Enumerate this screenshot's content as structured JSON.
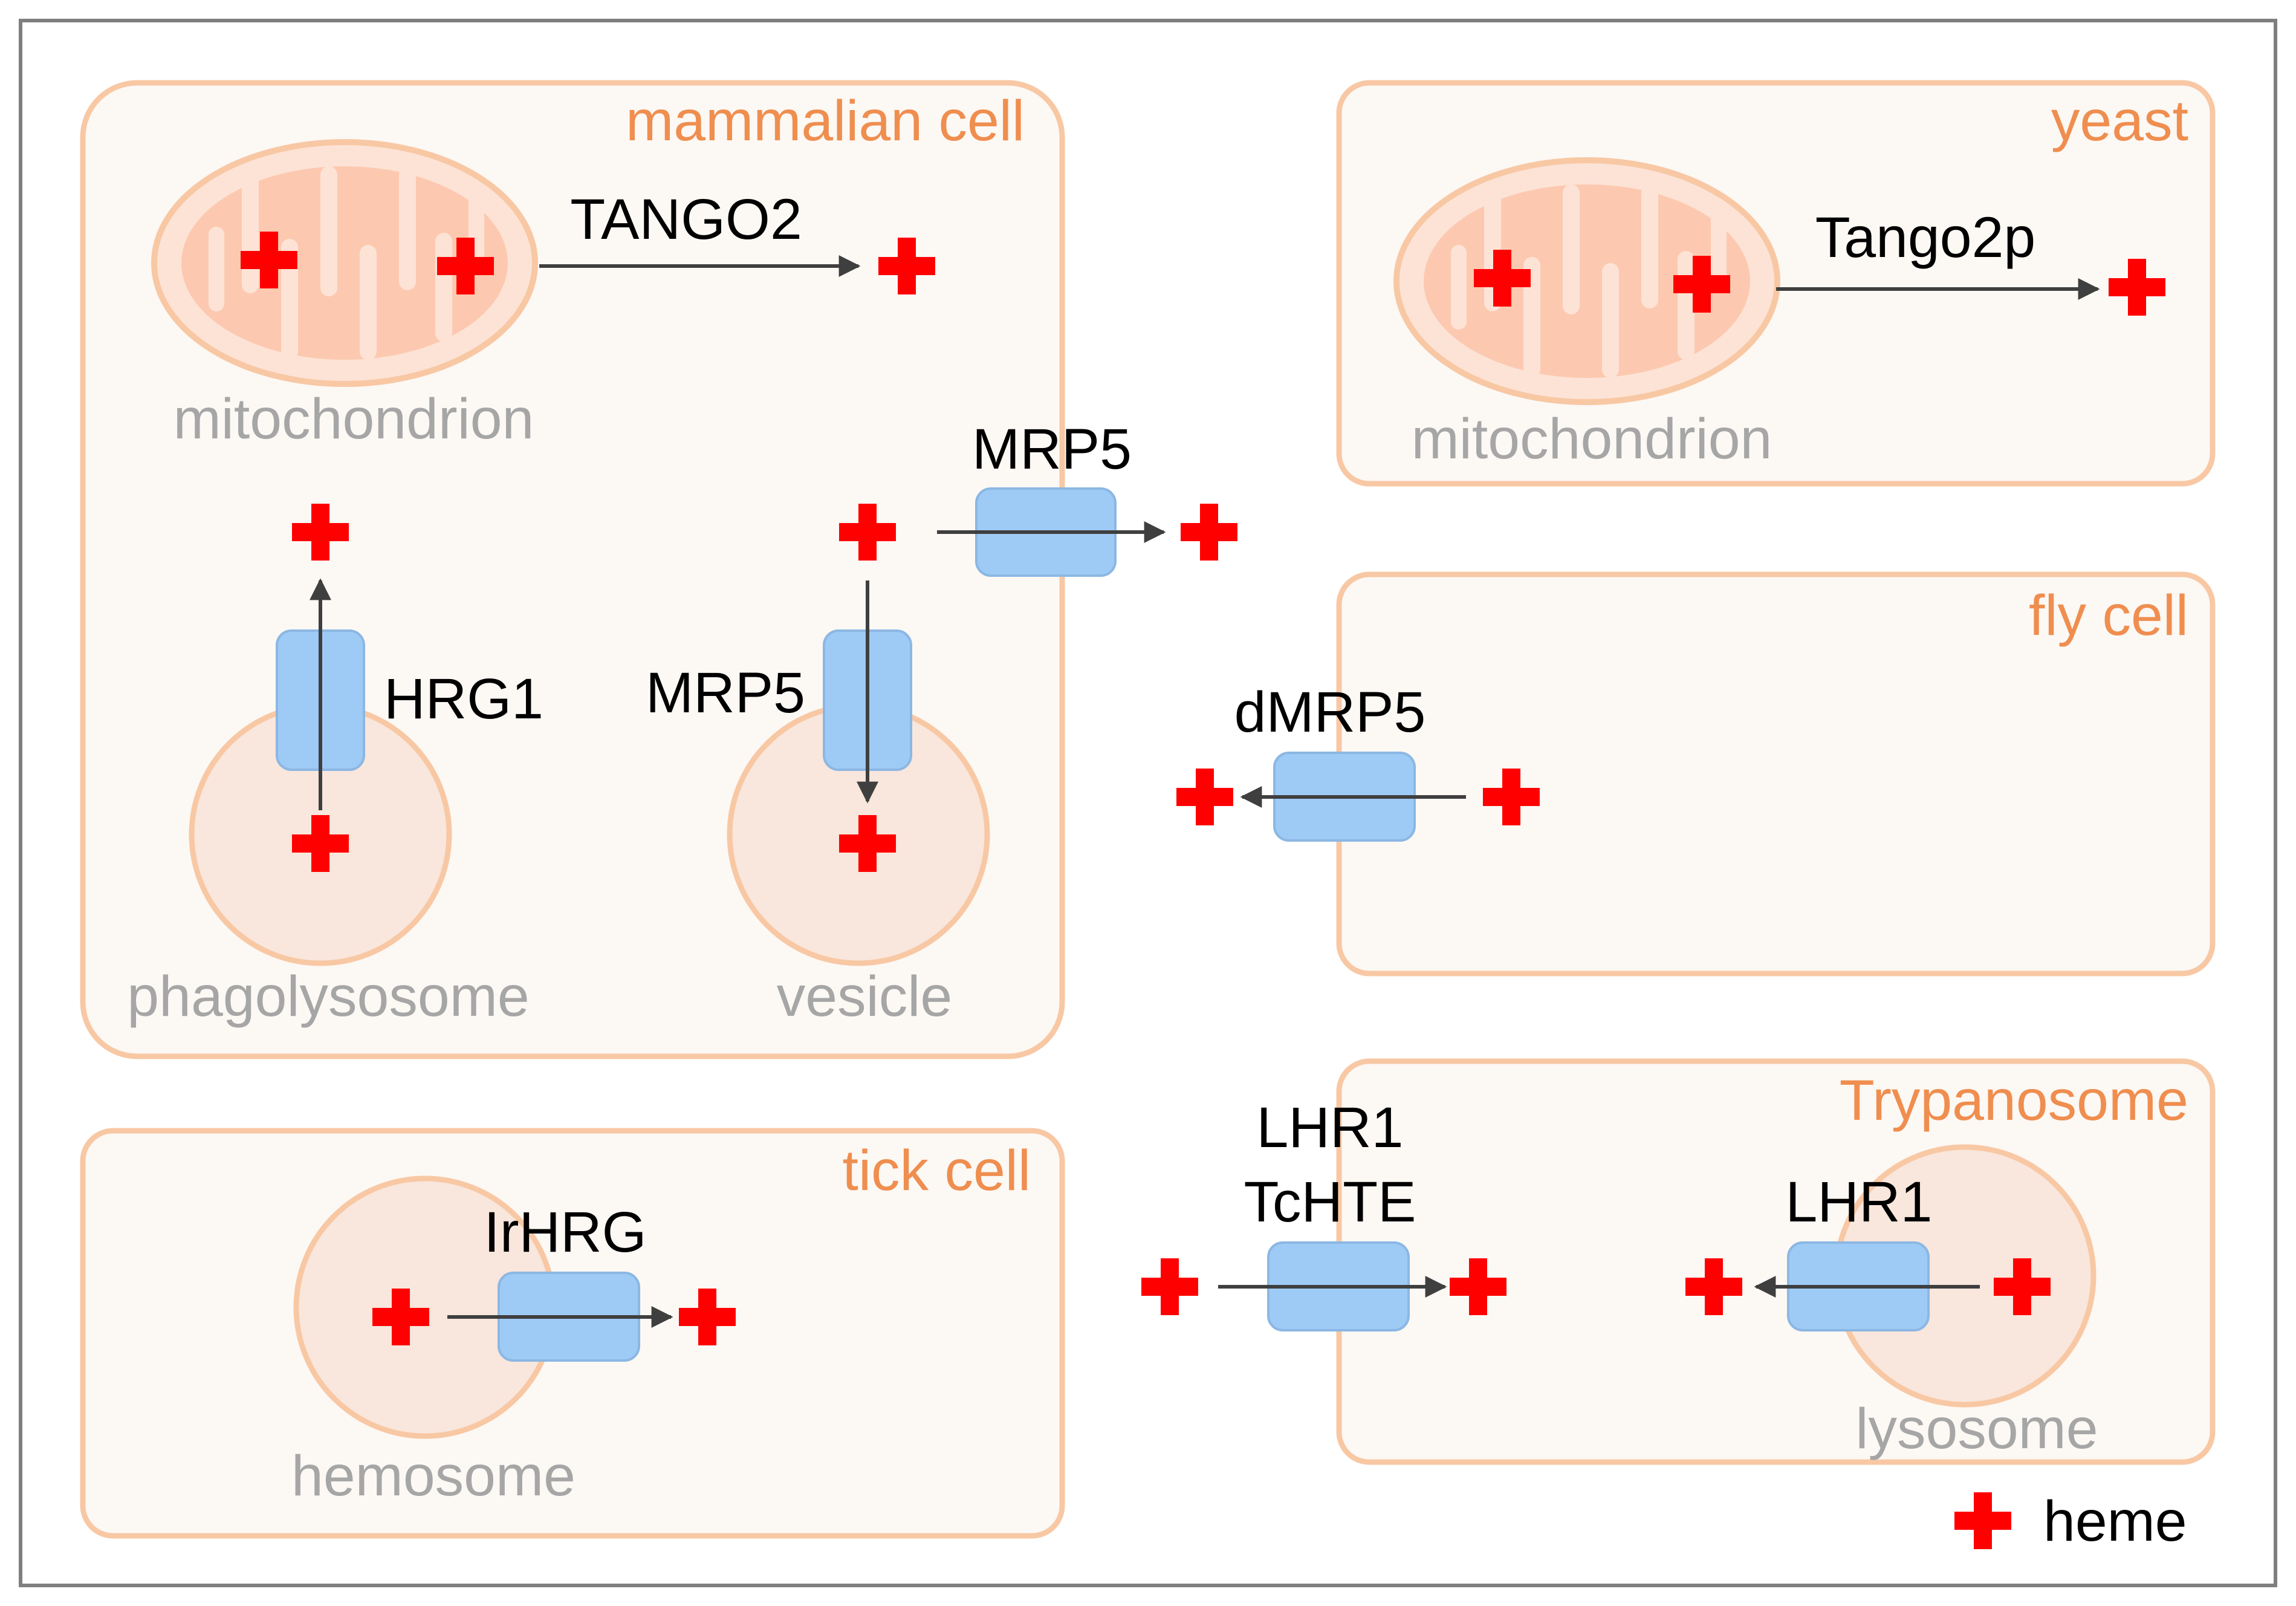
{
  "organisms": {
    "mammalian": "mammalian cell",
    "yeast": "yeast",
    "fly": "fly cell",
    "tick": "tick cell",
    "trypanosome": "Trypanosome"
  },
  "compartments": {
    "mammalian_mito": "mitochondrion",
    "yeast_mito": "mitochondrion",
    "phagolysosome": "phagolysosome",
    "vesicle": "vesicle",
    "hemosome": "hemosome",
    "lysosome": "lysosome"
  },
  "proteins": {
    "tango2": "TANGO2",
    "tango2p": "Tango2p",
    "mrp5_plasma": "MRP5",
    "mrp5_vesicle": "MRP5",
    "hrg1": "HRG1",
    "dmrp5": "dMRP5",
    "irhrg": "IrHRG",
    "lhr1_plasma": "LHR1",
    "tchte": "TcHTE",
    "lhr1_lyso": "LHR1"
  },
  "legend": {
    "heme_label": "heme",
    "heme_color": "#ff0000"
  },
  "colors": {
    "organism_label": "#ef8e4f",
    "compartment_label": "#a6a6a6",
    "transporter": "#9ecbf6",
    "cell_border": "#f8c8a4"
  }
}
